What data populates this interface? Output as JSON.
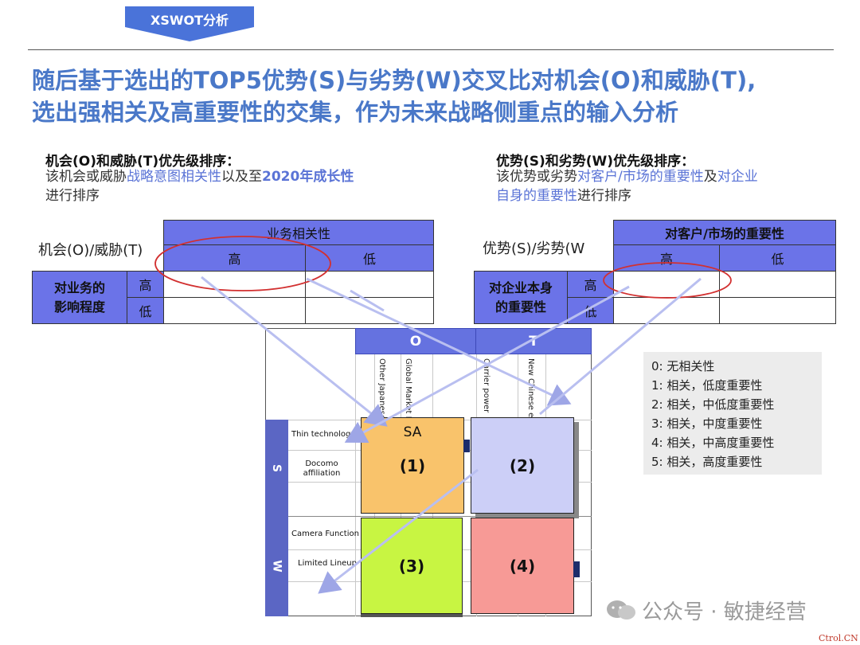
{
  "tab": {
    "label": "XSWOT分析"
  },
  "headline": {
    "line1": "随后基于选出的TOP5优势(S)与劣势(W)交叉比对机会(O)和威胁(T),",
    "line2": "选出强相关及高重要性的交集，作为未来战略侧重点的输入分析"
  },
  "left_section": {
    "title": "机会(O)和威胁(T)优先级排序：",
    "text_a": "该机会或威胁",
    "text_b": "战略意图相关性",
    "text_c": "以及至",
    "text_d": "2020年成长性",
    "text_e": "进行排序",
    "table": {
      "row_title": "机会(O)/威胁(T)",
      "col_group": "业务相关性",
      "col_high": "高",
      "col_low": "低",
      "row_group_line1": "对业务的",
      "row_group_line2": "影响程度",
      "row_high": "高",
      "row_low": "低"
    }
  },
  "right_section": {
    "title": "优势(S)和劣势(W)优先级排序：",
    "text_a": "该优势或劣势",
    "text_b": "对客户/市场的重要性",
    "text_c": "及",
    "text_d": "对企业",
    "text_e": "自身的重要性",
    "text_f": "进行排序",
    "table": {
      "row_title": "优势(S)/劣势(W",
      "col_group": "对客户/市场的重要性",
      "col_high": "高",
      "col_low": "低",
      "row_group_line1": "对企业本身",
      "row_group_line2": "的重要性",
      "row_high": "高",
      "row_low": "低"
    }
  },
  "matrix": {
    "col_o": "O",
    "col_t": "T",
    "col_headers": [
      "Other Japanese carriers",
      "Global Market Penetration",
      "Carrier power",
      "New Chinese entrants"
    ],
    "row_s": "S",
    "row_w": "W",
    "s_rows": [
      "Thin technology",
      "Docomo affiliation"
    ],
    "w_rows": [
      "Camera Function",
      "Limited Lineup"
    ],
    "q1_tag": "SA",
    "q1": "(1)",
    "q2": "(2)",
    "q3": "(3)",
    "q4": "(4)",
    "colors": {
      "q1": "#f9c36b",
      "q2": "#cccff7",
      "q3": "#c8f542",
      "q4": "#f79a96",
      "header": "#6572e0"
    }
  },
  "legend": [
    "0: 无相关性",
    "1: 相关，低度重要性",
    "2: 相关，中低度重要性",
    "3: 相关，中度重要性",
    "4: 相关，中高度重要性",
    "5: 相关，高度重要性"
  ],
  "watermark": "公众号 · 敏捷经营",
  "corner_mark": "Ctrol.CN"
}
